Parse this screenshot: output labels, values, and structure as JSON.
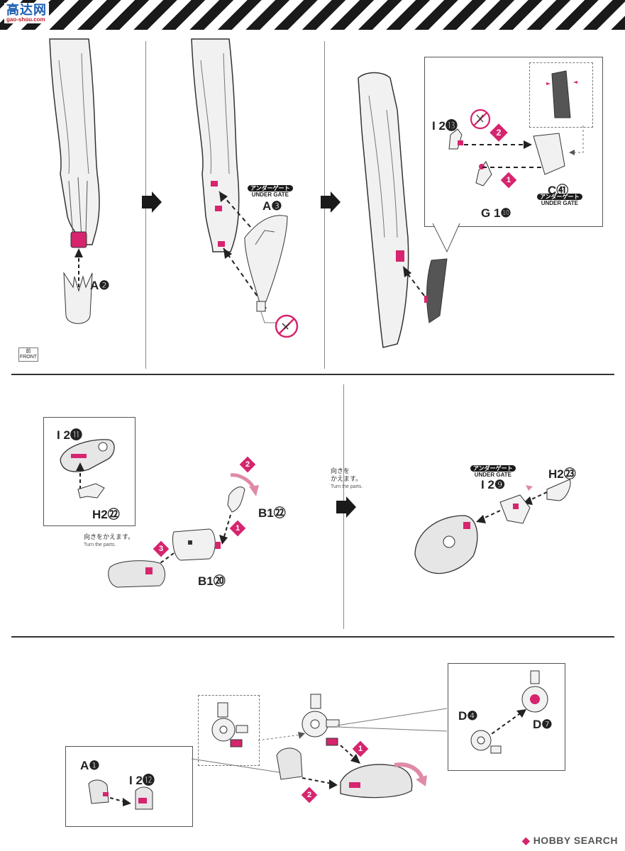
{
  "logo": {
    "cn": "高达网",
    "en": "gao-shou.com"
  },
  "front_badge": {
    "jp": "前",
    "en": "FRONT"
  },
  "step1": {
    "a2_label": "A❷",
    "a3_label": "A❸",
    "under_gate_jp": "アンダーゲート",
    "under_gate_en": "UNDER GATE",
    "i2_13_label": "I 2⓭",
    "c41_label": "C㊶",
    "c41_gate_jp": "アンダーゲート",
    "c41_gate_en": "UNDER GATE",
    "g1_10_label": "G 1❿",
    "step_num_1": "1",
    "step_num_2": "2"
  },
  "step2": {
    "i2_11_label": "I 2⓫",
    "h2_22_label": "H2㉒",
    "b1_22_label": "B1㉒",
    "b1_20_label": "B1⑳",
    "turn_jp": "向きをかえます。",
    "turn_en": "Turn the parts.",
    "step_num_1": "1",
    "step_num_2": "2",
    "step_num_3": "3",
    "turn2_jp_line1": "向きを",
    "turn2_jp_line2": "かえます。",
    "turn2_en": "Turn the parts.",
    "gate_jp": "アンダーゲート",
    "gate_en": "UNDER GATE",
    "i2_9_label": "I 2❾",
    "h2_23_label": "H2㉓"
  },
  "step3": {
    "a1_label": "A❶",
    "i2_12_label": "I 2⓬",
    "d4_label": "D❹",
    "d7_label": "D❼",
    "step_num_1": "1",
    "step_num_2": "2"
  },
  "footer": {
    "text": "HOBBY SEARCH"
  },
  "colors": {
    "accent": "#d6246e",
    "line": "#333333"
  }
}
